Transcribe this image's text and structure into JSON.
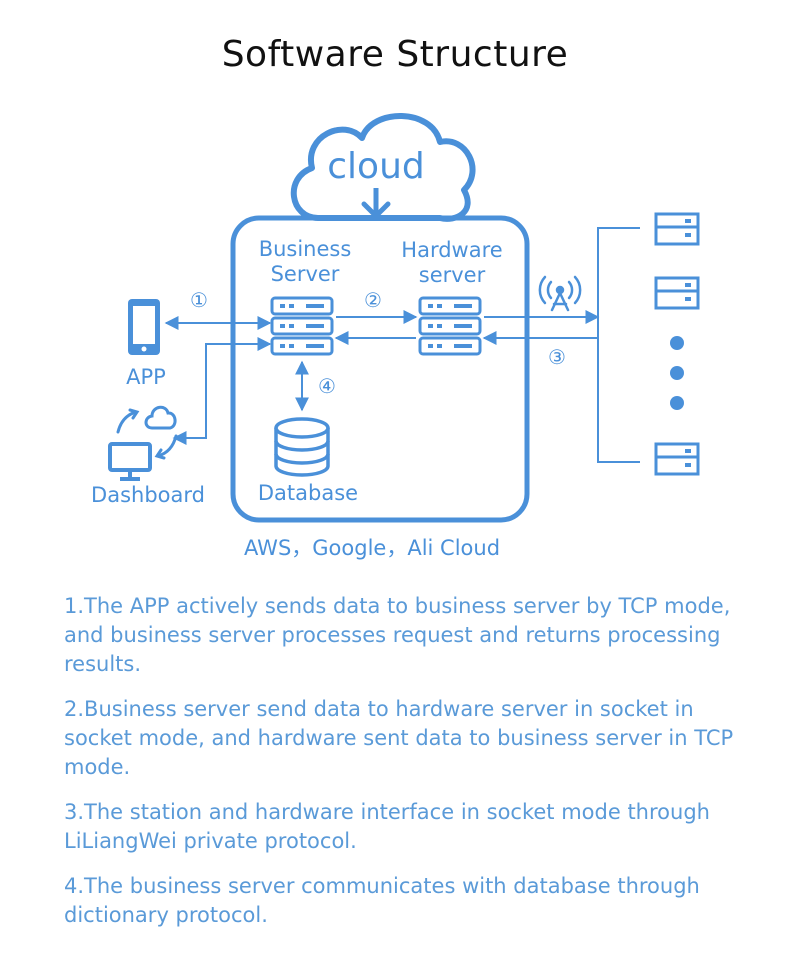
{
  "title": "Software Structure",
  "colors": {
    "accent": "#4a90d9",
    "text_blue": "#5a9ad8",
    "title": "#111111"
  },
  "diagram": {
    "cloud_label": "cloud",
    "business_server": [
      "Business",
      "Server"
    ],
    "hardware_server": [
      "Hardware",
      "server"
    ],
    "app_label": "APP",
    "dashboard_label": "Dashboard",
    "database_label": "Database",
    "providers_label": "AWS，Google，Ali Cloud",
    "step_markers": [
      "①",
      "②",
      "③",
      "④"
    ]
  },
  "notes": [
    "1.The APP actively sends data to business server by TCP mode, and business server processes request and returns processing results.",
    "2.Business server send data to hardware server in socket in socket mode, and hardware sent data to business server in TCP mode.",
    "3.The station and hardware interface in socket mode through LiLiangWei private protocol.",
    "4.The business server communicates with database through dictionary protocol."
  ]
}
